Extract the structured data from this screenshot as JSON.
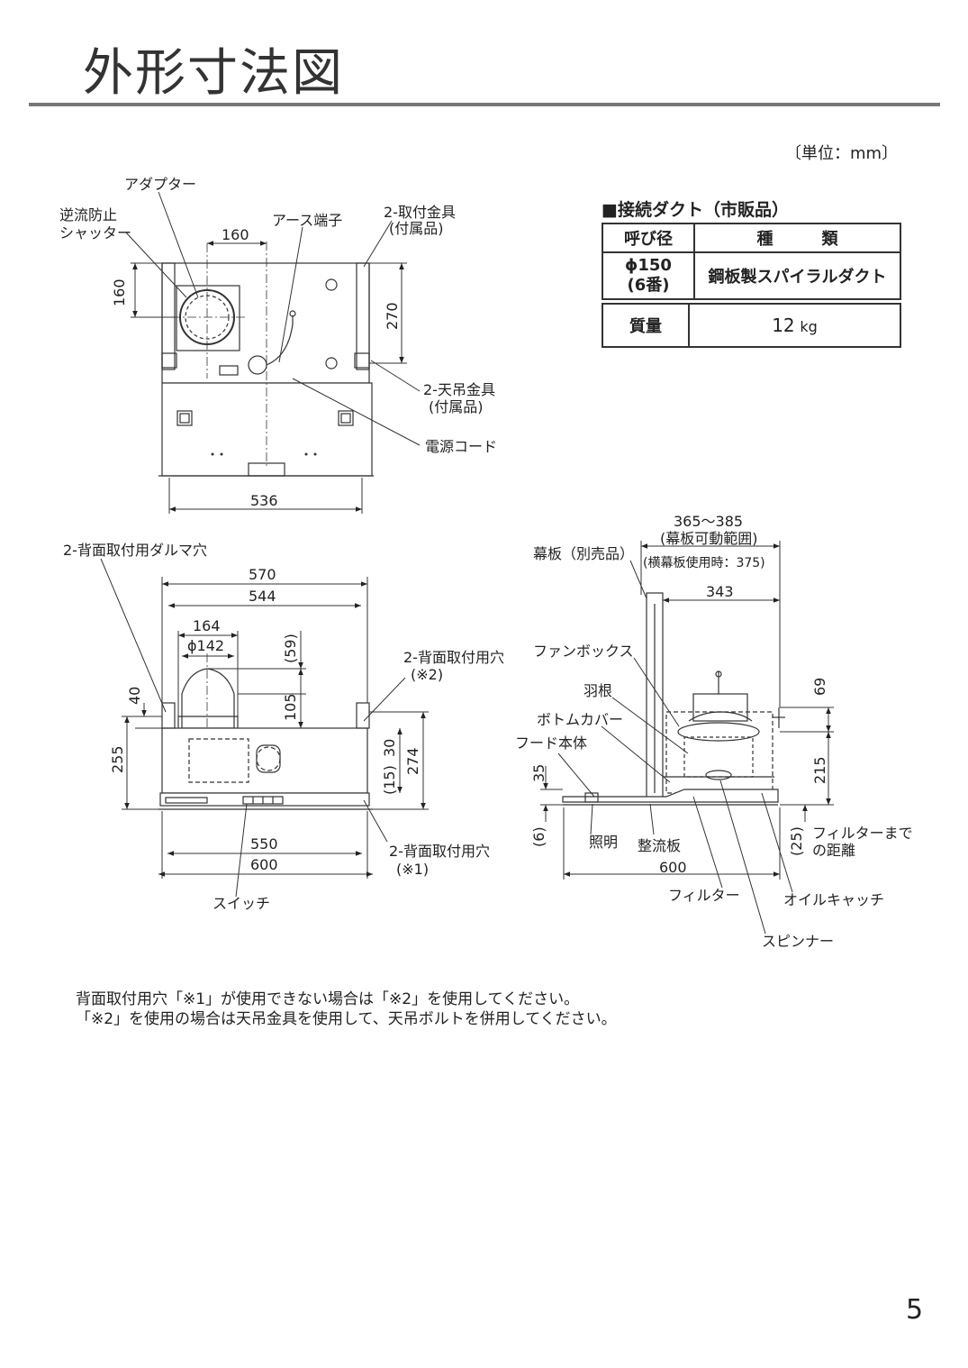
{
  "page": {
    "title": "外形寸法図",
    "unit_note": "〔単位：mm〕",
    "page_number": "5"
  },
  "duct": {
    "heading": "■接続ダクト（市販品）",
    "col_size": "呼び径",
    "col_kind": "種　　　類",
    "size_line1": "ϕ150",
    "size_line2": "(6番)",
    "kind": "鋼板製スパイラルダクト",
    "mass_label": "質量",
    "mass_value": "12",
    "mass_unit": "kg"
  },
  "top_view": {
    "adapter": "アダプター",
    "shutter_1": "逆流防止",
    "shutter_2": "シャッター",
    "earth": "アース端子",
    "bracket_1": "2-取付金具",
    "bracket_2": "(付属品)",
    "ceiling_1": "2-天吊金具",
    "ceiling_2": "(付属品)",
    "cord": "電源コード",
    "d160_h": "160",
    "d160_v": "160",
    "d270": "270",
    "d536": "536"
  },
  "front_view": {
    "daruma": "2-背面取付用ダルマ穴",
    "hole2_1": "2-背面取付用穴",
    "hole2_2": "(※2)",
    "hole1_1": "2-背面取付用穴",
    "hole1_2": "(※1)",
    "switch": "スイッチ",
    "d570": "570",
    "d544": "544",
    "d164": "164",
    "d142": "ϕ142",
    "d59": "(59)",
    "d105": "105",
    "d40": "40",
    "d255": "255",
    "d30": "30",
    "d15": "(15)",
    "d274": "274",
    "d550": "550",
    "d600": "600"
  },
  "side_view": {
    "range_1": "365～385",
    "range_2": "(幕板可動範囲)",
    "range_3": "(横幕板使用時：375)",
    "makuita": "幕板（別売品）",
    "d343": "343",
    "fanbox": "ファンボックス",
    "hane": "羽根",
    "bottom": "ボトムカバー",
    "hood": "フード本体",
    "d69": "69",
    "d215": "215",
    "d35": "35",
    "d6": "(6)",
    "light": "照明",
    "seiryu": "整流板",
    "d25": "(25)",
    "filter_dist_1": "フィルターまで",
    "filter_dist_2": "の距離",
    "d600": "600",
    "filter": "フィルター",
    "oil": "オイルキャッチ",
    "spinner": "スピンナー"
  },
  "notes": {
    "line1": "背面取付用穴「※1」が使用できない場合は「※2」を使用してください。",
    "line2": "「※2」を使用の場合は天吊金具を使用して、天吊ボルトを併用してください。"
  }
}
